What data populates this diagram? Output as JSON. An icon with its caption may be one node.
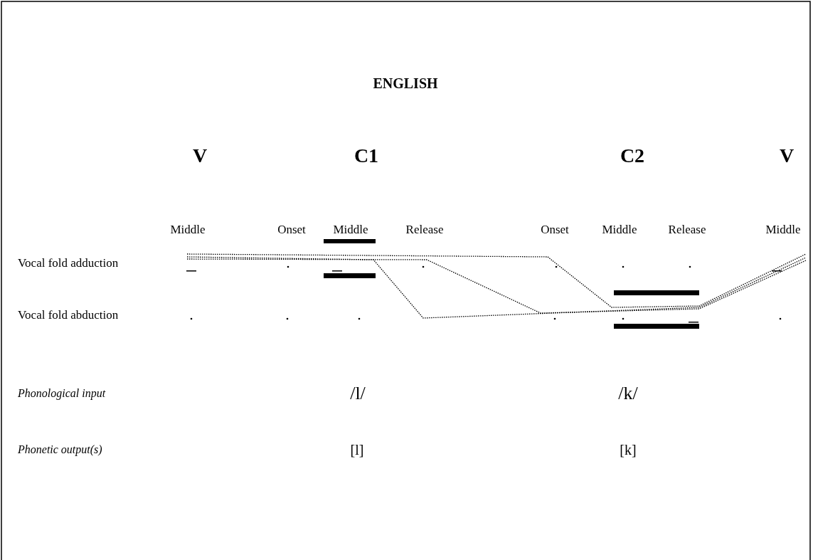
{
  "diagram": {
    "title": "ENGLISH",
    "labels": [
      "V",
      "C1",
      "C2",
      "V",
      "Middle",
      "Onset",
      "Middle",
      "Release",
      "Onset",
      "Middle",
      "Release",
      "Middle",
      "Vocal fold adduction",
      "Vocal fold abduction",
      "Phonological input",
      "/l/",
      "/k/",
      "Phonetic output(s)",
      "[l]",
      "[k]"
    ]
  }
}
